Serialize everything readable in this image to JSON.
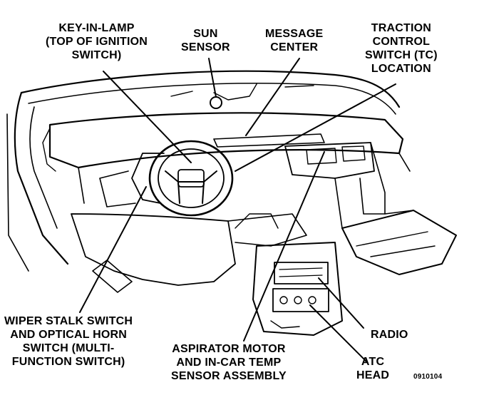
{
  "labels": {
    "key_in_lamp": "KEY-IN-LAMP\n(TOP OF IGNITION\nSWITCH)",
    "sun_sensor": "SUN\nSENSOR",
    "message_center": "MESSAGE\nCENTER",
    "traction_control": "TRACTION\nCONTROL\nSWITCH (TC)\nLOCATION",
    "wiper_stalk": "WIPER STALK SWITCH\nAND OPTICAL HORN\nSWITCH (MULTI-\nFUNCTION SWITCH)",
    "aspirator_motor": "ASPIRATOR MOTOR\nAND IN-CAR TEMP\nSENSOR ASSEMBLY",
    "radio": "RADIO",
    "atc_head": "ATC\nHEAD",
    "figure_number": "0910104"
  }
}
